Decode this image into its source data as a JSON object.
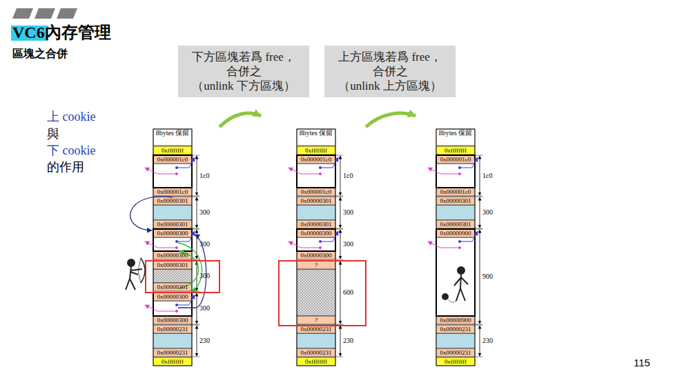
{
  "diagram": {
    "title": "VC6內存管理",
    "nodes": [
      {
        "text": [
          "下方區塊若爲 free， 合併之",
          "（unlink 下方區塊）"
        ]
      },
      {
        "text": [
          "上方區塊若爲 free， 合併之",
          "（unlink 上方區塊）"
        ]
      }
    ],
    "labels": [
      "區塊之合併",
      "上 cookie",
      "與",
      "下 cookie",
      "的作用",
      "8bytes 保留",
      "0xffffffff",
      "0x000001c0",
      "0x000001c0",
      "0x00000301",
      "0x00000301",
      "0x00000300",
      "0x00000300",
      "0x00000301",
      "0x00000301",
      "0x00000300",
      "0x00000300",
      "0x00000231",
      "0x00000231",
      "0xffffffff",
      "1c0",
      "300",
      "300",
      "300",
      "300",
      "230",
      "8bytes 保留",
      "0xffffffff",
      "0x000001c0",
      "0x000001c0",
      "0x00000301",
      "0x00000301",
      "0x00000300",
      "0x00000300",
      "?",
      "?",
      "0x00000231",
      "0x00000231",
      "0xffffffff",
      "1c0",
      "300",
      "300",
      "600",
      "230",
      "8bytes 保留",
      "0xffffffff",
      "0x000001c0",
      "0x000001c0",
      "0x00000301",
      "0x00000301",
      "0x00000900",
      "0x00000900",
      "0x00000231",
      "0x00000231",
      "0xffffffff",
      "1c0",
      "300",
      "900",
      "230",
      "115"
    ]
  }
}
